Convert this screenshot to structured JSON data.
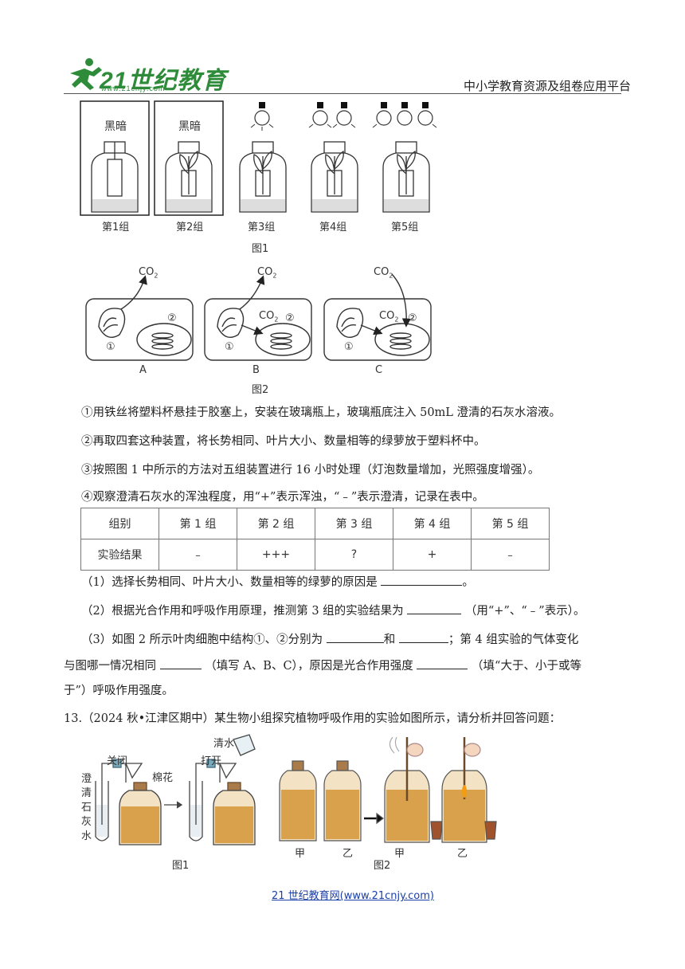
{
  "header": {
    "logo_text": "21世纪教育",
    "logo_url": "www.21cnjy.com",
    "platform": "中小学教育资源及组卷应用平台"
  },
  "figure1": {
    "caption": "图1",
    "dark_label": "黑暗",
    "groups": [
      "第1组",
      "第2组",
      "第3组",
      "第4组",
      "第5组"
    ]
  },
  "figure2": {
    "caption": "图2",
    "co2": "CO2",
    "co2_base": "CO",
    "co2_sub": "2",
    "num1": "①",
    "num2": "②",
    "panels": [
      "A",
      "B",
      "C"
    ]
  },
  "steps": [
    "①用铁丝将塑料杯悬挂于胶塞上，安装在玻璃瓶上，玻璃瓶底注入 50mL 澄清的石灰水溶液。",
    "②再取四套这种装置，将长势相同、叶片大小、数量相等的绿萝放于塑料杯中。",
    "③按照图 1 中所示的方法对五组装置进行 16 小时处理（灯泡数量增加，光照强度增强）。",
    "④观察澄清石灰水的浑浊程度，用“+”表示浑浊，“﹣”表示澄清，记录在表中。"
  ],
  "table": {
    "headers": [
      "组别",
      "第 1 组",
      "第 2 组",
      "第 3 组",
      "第 4 组",
      "第 5 组"
    ],
    "row": [
      "实验结果",
      "﹣",
      "+++",
      "?",
      "+",
      "﹣"
    ]
  },
  "questions": {
    "q1_a": "（1）选择长势相同、叶片大小、数量相等的绿萝的原因是",
    "q1_b": "。",
    "q2_a": "（2）根据光合作用和呼吸作用原理，推测第 3 组的实验结果为",
    "q2_b": "（用“+”、“﹣”表示）。",
    "q3_a": "（3）如图 2 所示叶肉细胞中结构①、②分别为",
    "q3_b": "和",
    "q3_c": "；第 4 组实验的气体变化",
    "q3_line2_a": "与图哪一情况相同",
    "q3_line2_b": "（填写 A、B、C），原因是光合作用强度",
    "q3_line2_c": "（填“大于、小于或等",
    "q3_line3": "于”）呼吸作用强度。"
  },
  "q13": {
    "text": "13.（2024 秋•江津区期中）某生物小组探究植物呼吸作用的实验如图所示，请分析并回答问题：",
    "labels": {
      "close": "关闭",
      "open": "打开",
      "cotton": "棉花",
      "water": "清水",
      "limewater": [
        "澄",
        "清",
        "石",
        "灰",
        "水"
      ],
      "jia": "甲",
      "yi": "乙",
      "fig1": "图1",
      "fig2": "图2"
    }
  },
  "footer": {
    "link": "21 世纪教育网(www.21cnjy.com)"
  }
}
